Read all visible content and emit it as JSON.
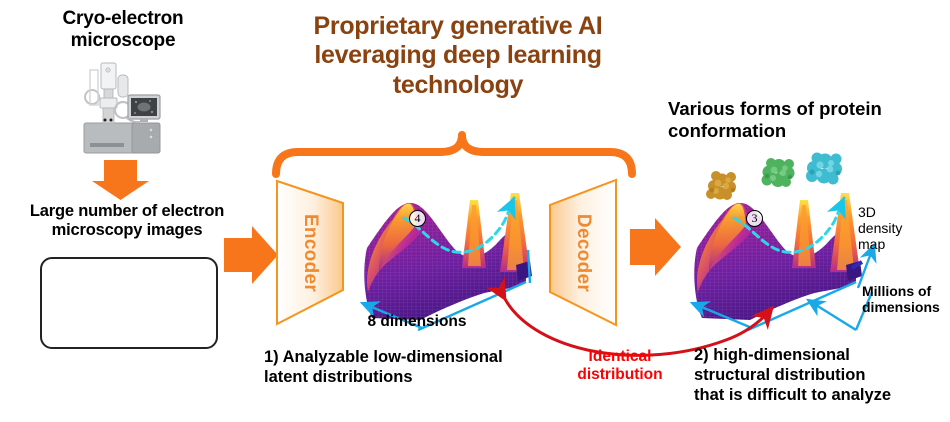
{
  "figure": {
    "left_section": {
      "microscope_title": "Cryo-electron\nmicroscope",
      "microscope_icon": "cryo-electron-microscope-icon",
      "em_images_title": "Large number of electron\nmicroscopy images",
      "em_images_icon": "stacked-electron-micrographs-icon",
      "down_arrow_icon": "orange-down-arrow",
      "right_arrow_icon": "orange-right-arrow"
    },
    "main_title": "Proprietary generative AI leveraging deep learning technology",
    "main_title_lines": [
      "Proprietary generative AI",
      "leveraging deep learning",
      "technology"
    ],
    "brace_icon": "orange-curly-brace",
    "encoder": {
      "label": "Encoder",
      "shape": "trapezoid-narrowing-right"
    },
    "decoder": {
      "label": "Decoder",
      "shape": "trapezoid-widening-right"
    },
    "left_surface": {
      "name": "low-dimensional-latent-surface-plot",
      "axis_label": "8 dimensions",
      "callout_number": "4",
      "dashed_path_icon": "cyan-dashed-trajectory",
      "axis_arrow_icon": "cyan-axis-arrow"
    },
    "right_surface": {
      "name": "high-dimensional-structural-surface-plot",
      "axis_label": "Millions of\ndimensions",
      "axis_label_lines": [
        "Millions of",
        "dimensions"
      ],
      "callout_number": "3",
      "dashed_path_icon": "cyan-dashed-trajectory",
      "axis_arrow_icon": "cyan-axis-arrow"
    },
    "right_section": {
      "title": "Various forms of protein conformation",
      "title_lines": [
        "Various forms of protein",
        "conformation"
      ],
      "density_map_label": "3D\ndensity\nmap",
      "density_map_lines": [
        "3D",
        "density",
        "map"
      ],
      "proteins": [
        {
          "name": "protein-density-gold",
          "color": "#c8902a"
        },
        {
          "name": "protein-density-green",
          "color": "#4fb25e"
        },
        {
          "name": "protein-density-cyan",
          "color": "#3fbcd0"
        }
      ],
      "right_arrow_icon": "orange-right-arrow"
    },
    "captions": {
      "caption_1": "1) Analyzable low-dimensional latent distributions",
      "caption_1_lines": [
        "1) Analyzable low-dimensional",
        "latent distributions"
      ],
      "caption_2": "2) high-dimensional structural distribution that is difficult to analyze",
      "caption_2_lines": [
        "2) high-dimensional",
        "structural distribution",
        "that is difficult to analyze"
      ]
    },
    "identical_distribution": {
      "label": "Identical\ndistribution",
      "label_lines": [
        "Identical",
        "distribution"
      ],
      "arrow_icon": "red-double-headed-curved-arrow"
    },
    "colors": {
      "title_brown": "#8a4210",
      "accent_orange": "#f57c00",
      "encoder_orange": "#f08a2e",
      "axis_cyan": "#19a8e8",
      "alert_red": "#ff0000",
      "surface_peak": "#ffd24a",
      "surface_valley": "#5b1d8f",
      "text_black": "#000000"
    }
  }
}
